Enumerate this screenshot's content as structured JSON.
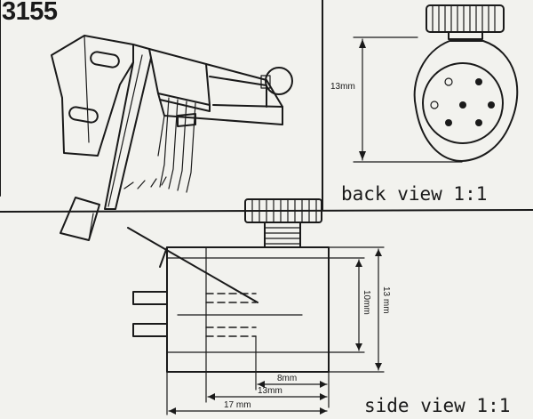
{
  "model_number": "3155",
  "views": {
    "back": {
      "caption": "back view 1:1",
      "height_label": "13mm"
    },
    "side": {
      "caption": "side view 1:1",
      "dim_8": "8mm",
      "dim_13_bottom": "13mm",
      "dim_17": "17 mm",
      "dim_10_vertical": "10mm",
      "dim_13_vertical": "13 mm"
    }
  }
}
